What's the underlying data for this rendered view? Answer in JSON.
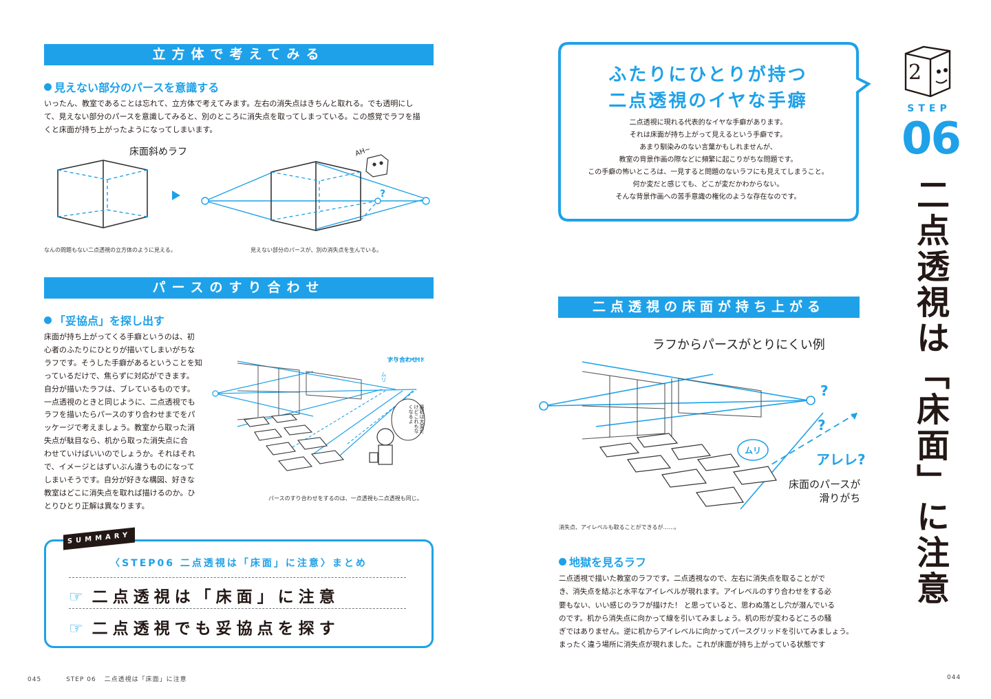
{
  "left": {
    "sec1": {
      "bar": "立方体で考えてみる",
      "heading": "見えない部分のパースを意識する",
      "body": [
        "いったん、教室であることは忘れて、立方体で考えてみます。左右の消失点はきちんと取れる。でも透明にし",
        "て、見えない部分のパースを意識してみると、別のところに消失点を取ってしまっている。この感覚でラフを描",
        "くと床面が持ち上がったようになってしまいます。"
      ],
      "fig_label": "床面斜めラフ",
      "fig_ah": "AH~",
      "fig_q": "?",
      "cap1": "なんの問題もない二点透視の立方体のように見える。",
      "cap2": "見えない部分のパースが、別の消失点を生んでいる。"
    },
    "sec2": {
      "bar": "パースのすり合わせ",
      "heading": "「妥協点」を探し出す",
      "body": [
        "床面が持ち上がってくる手癖というのは、初",
        "心者のふたりにひとりが描いてしまいがちな",
        "ラフです。そうした手癖があるということを知",
        "っているだけで、焦らずに対応ができます。",
        "自分が描いたラフは、ブレているものです。",
        "一点透視のときと同じように、二点透視でも",
        "ラフを描いたらパースのすり合わせまでをパ",
        "ッケージで考えましょう。教室から取った消",
        "失点が駄目なら、机から取った消失点に合",
        "わせていけばいいのでしょうか。それはそれ",
        "で、イメージとはずいぶん違うものになって",
        "しまいそうです。自分が好きな構図、好きな",
        "教室はどこに消失点を取れば描けるのか。ひ",
        "とりひとり正解は異なります。"
      ],
      "fig_note": "すり合わせ!!",
      "fig_muri": "ムリ",
      "fig_bubble": "最初は大変だけどこれもなくなるよ",
      "cap": "パースのすり合わせをするのは、一点透視も二点透視も同じ。"
    },
    "summary": {
      "tag": "SUMMARY",
      "title": "〈STEP06 二点透視は「床面」に注意〉まとめ",
      "items": [
        "二点透視は「床面」に注意",
        "二点透視でも妥協点を探す"
      ],
      "pointer": "☞"
    },
    "footer": {
      "page": "045",
      "step": "STEP 06",
      "title": "二点透視は「床面」に注意"
    }
  },
  "right": {
    "callout": {
      "title1": "ふたりにひとりが持つ",
      "title2": "二点透視のイヤな手癖",
      "body": [
        "二点透視に現れる代表的なイヤな手癖があります。",
        "それは床面が持ち上がって見えるという手癖です。",
        "あまり馴染みのない言葉かもしれませんが、",
        "教室の背景作画の際などに頻繁に起こりがちな問題です。",
        "この手癖の怖いところは、一見すると問題のないラフにも見えてしまうこと。",
        "何か変だと感じても、どこが変だかわからない。",
        "そんな背景作画への苦手意識の権化のような存在なのです。"
      ]
    },
    "step": {
      "icon_num": "2",
      "label": "STEP",
      "number": "06",
      "title": "二点透視は「床面」に注意"
    },
    "sec": {
      "bar": "二点透視の床面が持ち上がる",
      "fig_title": "ラフからパースがとりにくい例",
      "fig_q1": "?",
      "fig_q2": "?",
      "fig_arere": "アレレ?",
      "fig_muri": "ムリ",
      "fig_note1": "床面のパースが",
      "fig_note2": "滑りがち",
      "cap": "消失点、アイレベルも取ることができるが……。"
    },
    "sec2": {
      "heading": "地獄を見るラフ",
      "body": [
        "二点透視で描いた教室のラフです。二点透視なので、左右に消失点を取ることがで",
        "き、消失点を結ぶと水平なアイレベルが現れます。アイレベルのすり合わせをする必",
        "要もない、いい感じのラフが描けた！ と思っていると、思わぬ落とし穴が潜んでいる",
        "のです。机から消失点に向かって線を引いてみましょう。机の形が変わるどころの騒",
        "ぎではありません。逆に机からアイレベルに向かってパースグリッドを引いてみましょう。",
        "まったく違う場所に消失点が現れました。これが床面が持ち上がっている状態です"
      ]
    },
    "footer": {
      "page": "044"
    }
  },
  "colors": {
    "accent": "#1ea1e8",
    "text": "#231815"
  }
}
